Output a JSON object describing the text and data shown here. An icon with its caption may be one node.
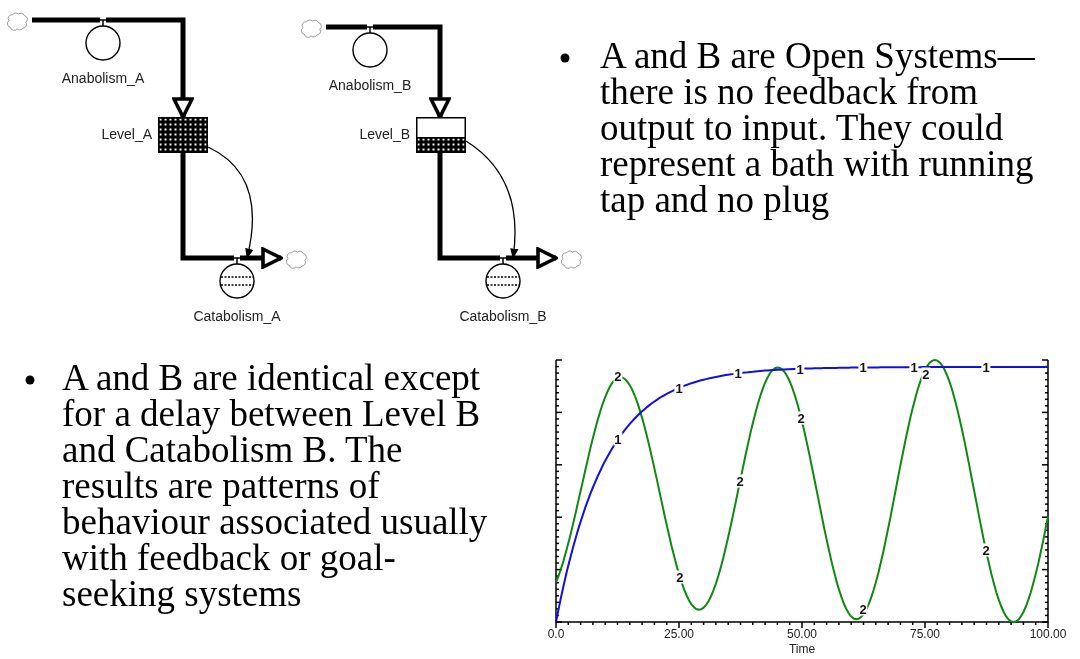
{
  "diagram": {
    "nodes": [
      {
        "text": [],
        "shape": "cloud"
      },
      {
        "text": [
          "Anabolism_A"
        ]
      },
      {
        "text": [
          "Level_A"
        ]
      },
      {
        "text": [
          "Catabolism_A"
        ]
      },
      {
        "text": [],
        "shape": "cloud"
      },
      {
        "text": [],
        "shape": "cloud"
      },
      {
        "text": [
          "Anabolism_B"
        ]
      },
      {
        "text": [
          "Level_B"
        ]
      },
      {
        "text": [
          "Catabolism_B"
        ]
      },
      {
        "text": [],
        "shape": "cloud"
      }
    ],
    "edges": [
      {
        "from": 0,
        "to": 1,
        "arrow": "none"
      },
      {
        "from": 1,
        "to": 2,
        "arrow": "to"
      },
      {
        "from": 2,
        "to": 3,
        "arrow": "none"
      },
      {
        "from": 3,
        "to": 4,
        "arrow": "to"
      },
      {
        "from": 2,
        "to": 3,
        "arrow": "to"
      },
      {
        "from": 5,
        "to": 6,
        "arrow": "none"
      },
      {
        "from": 6,
        "to": 7,
        "arrow": "to"
      },
      {
        "from": 7,
        "to": 8,
        "arrow": "none"
      },
      {
        "from": 8,
        "to": 9,
        "arrow": "to"
      },
      {
        "from": 7,
        "to": 8,
        "arrow": "to"
      }
    ],
    "labels": [
      "A and B are Open Systems—there is no feedback from output to input. They could represent a bath with running tap and no plug",
      "A and B are identical except for a delay between Level B and Catabolism B.  The results are patterns of behaviour associated usually with feedback or goal-seeking systems",
      "2",
      "1",
      "2",
      "1",
      "2",
      "1",
      "2",
      "1",
      "2",
      "1",
      "1",
      "2",
      "2",
      "1",
      "0.0",
      "25.00",
      "50.00",
      "75.00",
      "100.00",
      "Time"
    ]
  }
}
